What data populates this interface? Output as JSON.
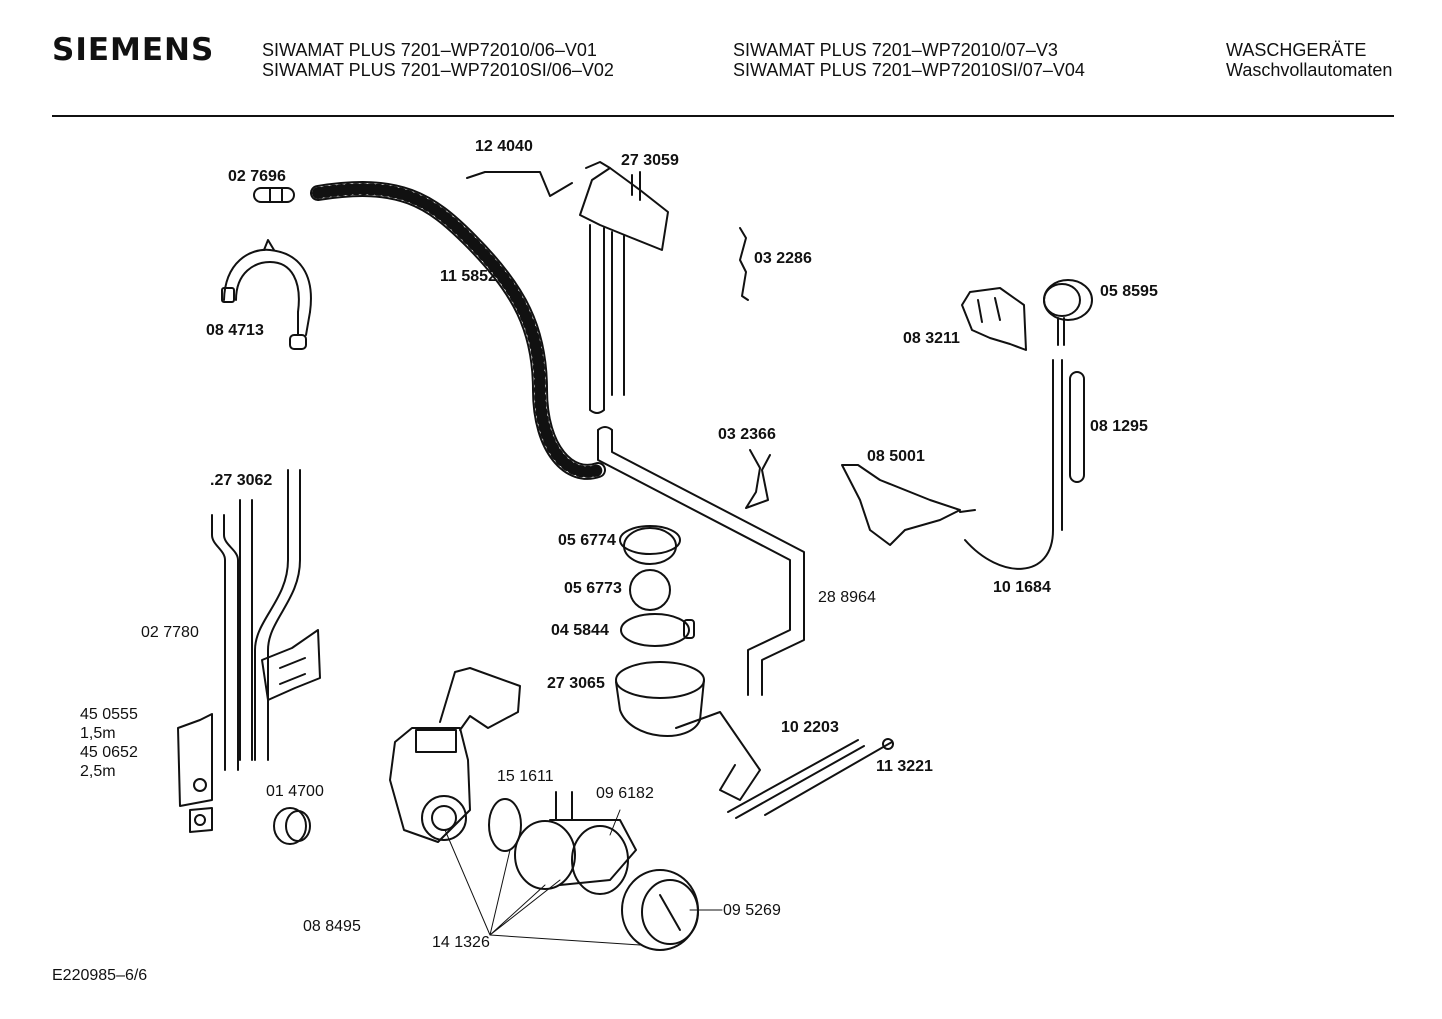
{
  "header": {
    "brand": "SIEMENS",
    "col1": [
      "SIWAMAT PLUS 7201–WP72010/06–V01",
      "SIWAMAT PLUS 7201–WP72010SI/06–V02"
    ],
    "col2": [
      "SIWAMAT PLUS 7201–WP72010/07–V3",
      "SIWAMAT PLUS 7201–WP72010SI/07–V04"
    ],
    "col3": [
      "WASCHGERÄTE",
      "Waschvollautomaten"
    ]
  },
  "parts": {
    "p124040": "12 4040",
    "p273059": "27 3059",
    "p027696": "02 7696",
    "p115852": "11 5852",
    "p032286": "03 2286",
    "p084713": "08 4713",
    "p058595": "05 8595",
    "p083211": "08 3211",
    "p081295": "08 1295",
    "p032366": "03 2366",
    "p085001": "08 5001",
    "p273062": ".27 3062",
    "p056774": "05 6774",
    "p056773": "05 6773",
    "p101684": "10 1684",
    "p288964": "28 8964",
    "p027780": "02 7780",
    "p045844": "04 5844",
    "p273065": "27 3065",
    "p450555": "45 0555",
    "len15": "1,5m",
    "p450652": "45 0652",
    "len25": "2,5m",
    "p102203": "10 2203",
    "p113221": "11 3221",
    "p151611": "15 1611",
    "p014700": "01 4700",
    "p096182": "09 6182",
    "p095269": "09 5269",
    "p088495": "08 8495",
    "p141326": "14 1326"
  },
  "footer": {
    "doc_id": "E220985–6/6"
  }
}
